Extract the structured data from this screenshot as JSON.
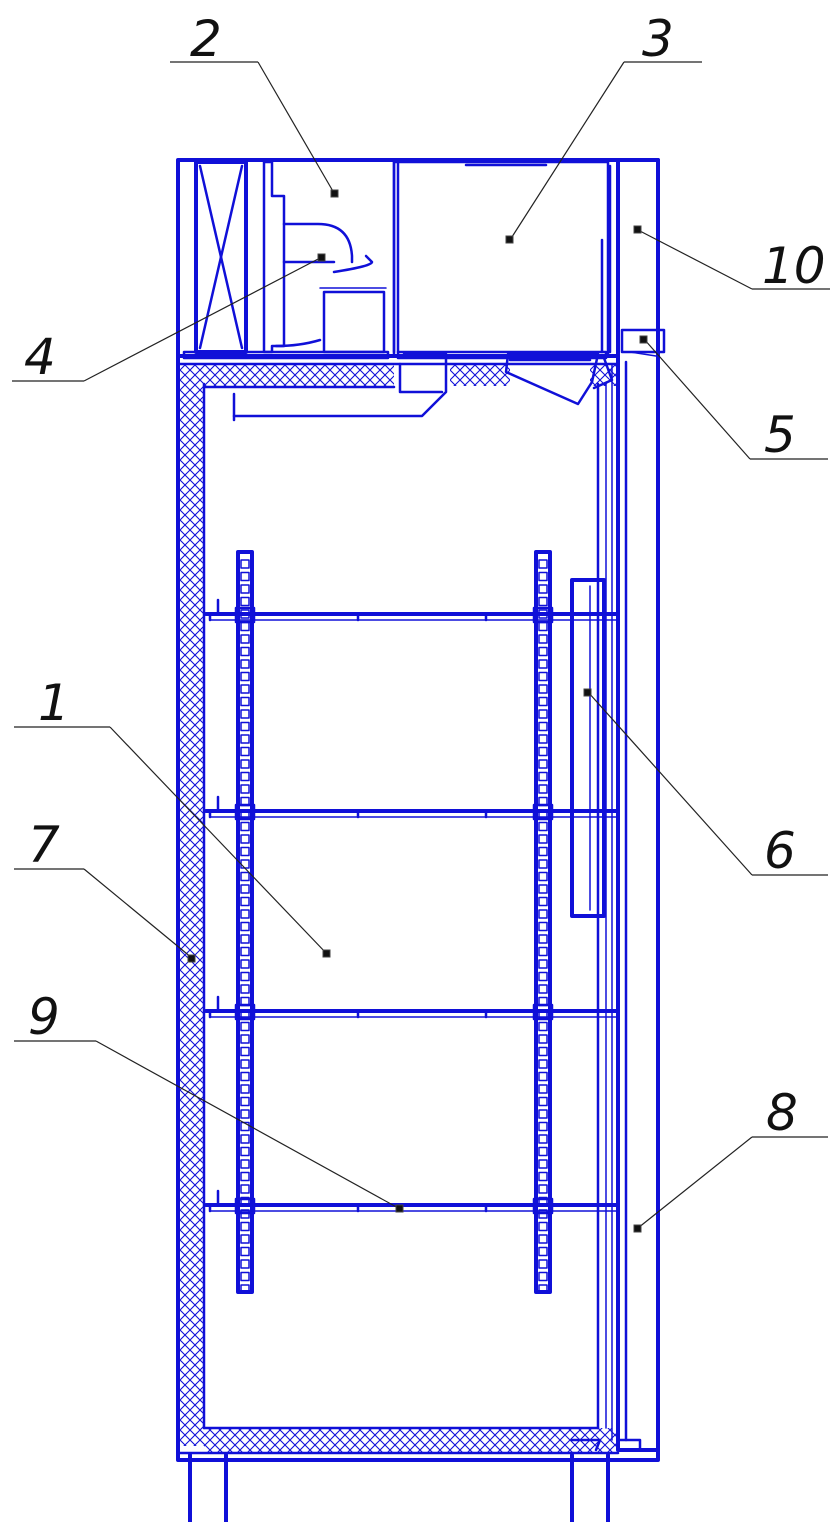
{
  "callouts": [
    {
      "id": "c1",
      "label": "1"
    },
    {
      "id": "c2",
      "label": "2"
    },
    {
      "id": "c3",
      "label": "3"
    },
    {
      "id": "c4",
      "label": "4"
    },
    {
      "id": "c5",
      "label": "5"
    },
    {
      "id": "c6",
      "label": "6"
    },
    {
      "id": "c7",
      "label": "7"
    },
    {
      "id": "c8",
      "label": "8"
    },
    {
      "id": "c9",
      "label": "9"
    },
    {
      "id": "c10",
      "label": "10"
    }
  ],
  "colors": {
    "drawing_line": "#1010d8",
    "leader_line": "#222222",
    "background": "#ffffff"
  }
}
